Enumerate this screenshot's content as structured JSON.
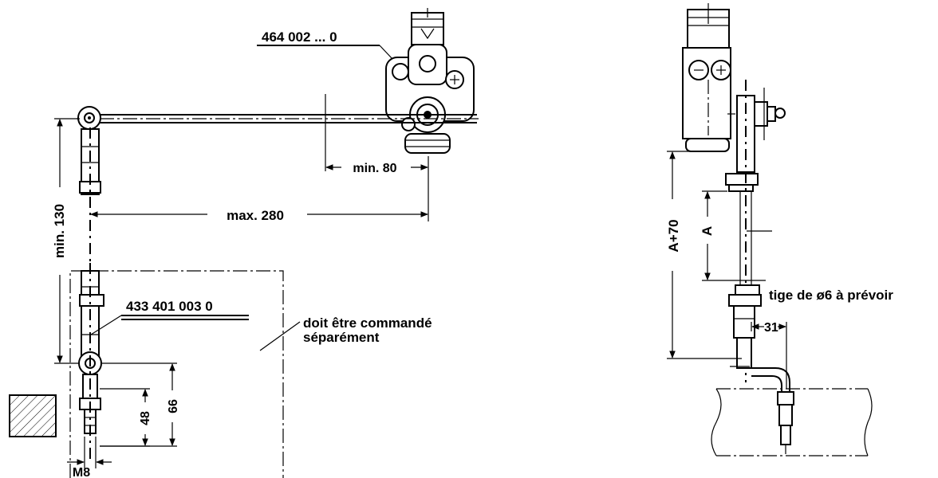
{
  "left_view": {
    "valve_part_number": "464 002 ... 0",
    "rod_part_number": "433 401 003 0",
    "order_note_line1": "doit être commandé",
    "order_note_line2": "séparément",
    "dim_min_80": "min. 80",
    "dim_max_280": "max. 280",
    "dim_min_130": "min. 130",
    "dim_48": "48",
    "dim_66": "66",
    "thread": "M8"
  },
  "right_view": {
    "dim_a_plus_70": "A+70",
    "dim_a": "A",
    "rod_note": "tige de ø6 à prévoir",
    "dim_31": "31"
  }
}
